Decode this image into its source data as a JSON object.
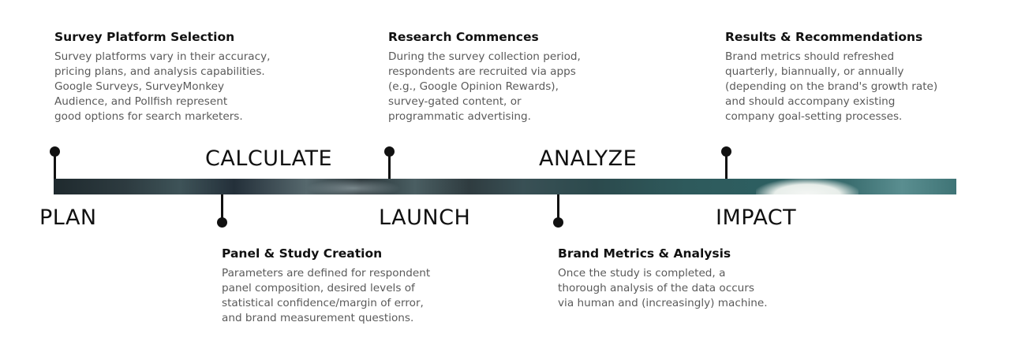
{
  "phases": {
    "plan": "PLAN",
    "calculate": "CALCULATE",
    "launch": "LAUNCH",
    "analyze": "ANALYZE",
    "impact": "IMPACT"
  },
  "steps": {
    "survey_platform": {
      "title": "Survey Platform Selection",
      "lines": [
        "Survey platforms vary in their accuracy,",
        "pricing plans, and analysis capabilities.",
        "Google Surveys, SurveyMonkey",
        "Audience, and Pollfish represent",
        "good options for search marketers."
      ]
    },
    "research": {
      "title": "Research Commences",
      "lines": [
        "During the survey collection period,",
        "respondents are recruited via apps",
        "(e.g., Google Opinion Rewards),",
        "survey-gated content, or",
        "programmatic advertising."
      ]
    },
    "results": {
      "title": "Results & Recommendations",
      "lines": [
        "Brand metrics should refreshed",
        "quarterly, biannually, or annually",
        "(depending on the brand's growth rate)",
        "and should accompany existing",
        "company goal-setting processes."
      ]
    },
    "panel": {
      "title": "Panel & Study Creation",
      "lines": [
        "Parameters are defined for respondent",
        "panel composition, desired levels of",
        "statistical confidence/margin of error,",
        "and brand measurement questions."
      ]
    },
    "brand_metrics": {
      "title": "Brand Metrics & Analysis",
      "lines": [
        "Once the study is completed, a",
        "thorough analysis of the data occurs",
        "via human and (increasingly) machine."
      ]
    }
  }
}
